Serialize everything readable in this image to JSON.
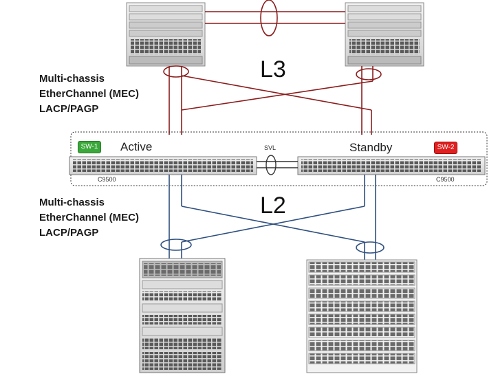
{
  "labels": {
    "mec_top": [
      "Multi-chassis",
      "EtherChannel (MEC)",
      "LACP/PAGP"
    ],
    "mec_bottom": [
      "Multi-chassis",
      "EtherChannel (MEC)",
      "LACP/PAGP"
    ],
    "l3": "L3",
    "l2": "L2",
    "active": "Active",
    "standby": "Standby",
    "svl": "SVL",
    "sw1": "SW-1",
    "sw2": "SW-2",
    "model_left": "C9500",
    "model_right": "C9500"
  },
  "colors": {
    "l3_link": "#8b1c1c",
    "l2_link": "#2e4f7f",
    "sw1_badge": "#3aa83a",
    "sw2_badge": "#e02020",
    "device_body": "#e6e6e6",
    "port": "#5a5a5a"
  }
}
